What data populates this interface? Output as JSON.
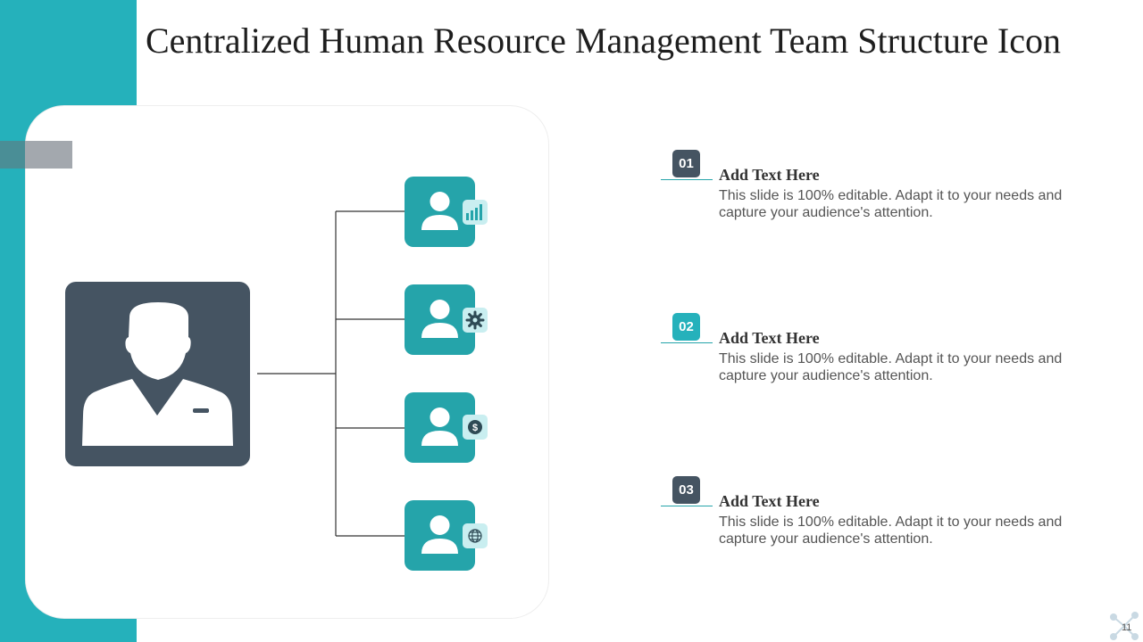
{
  "slide": {
    "title": "Centralized Human Resource Management Team Structure Icon",
    "page_number": "11"
  },
  "colors": {
    "teal": "#25b1bb",
    "dark_slate": "#455462",
    "member_teal": "#25a4aa",
    "badge_light": "#c9eef0"
  },
  "diagram": {
    "manager_icon": "person-icon",
    "members": [
      {
        "icon": "person-icon",
        "badge_icon": "chart-bars-icon"
      },
      {
        "icon": "person-icon",
        "badge_icon": "gear-icon"
      },
      {
        "icon": "person-icon",
        "badge_icon": "dollar-icon"
      },
      {
        "icon": "person-icon",
        "badge_icon": "globe-icon"
      }
    ]
  },
  "items": [
    {
      "number": "01",
      "heading": "Add Text Here",
      "body": "This slide is 100% editable. Adapt it to your needs and capture your audience's attention.",
      "color": "#455462"
    },
    {
      "number": "02",
      "heading": "Add Text Here",
      "body": "This slide is 100% editable. Adapt it to your needs and capture your audience's attention.",
      "color": "#25b1bb"
    },
    {
      "number": "03",
      "heading": "Add Text Here",
      "body": "This slide is 100% editable. Adapt it to your needs and capture your audience's attention.",
      "color": "#455462"
    }
  ]
}
